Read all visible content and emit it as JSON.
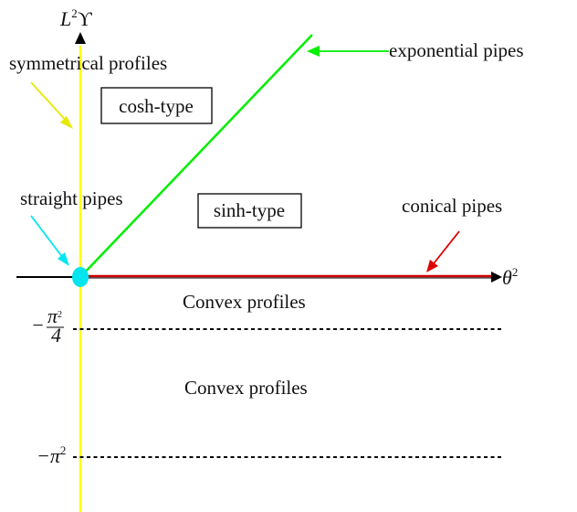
{
  "axes": {
    "y_label": "L",
    "y_label_sup": "2",
    "y_label_suffix": "ϒ",
    "x_label": "θ",
    "x_label_sup": "2"
  },
  "ticks": {
    "quarter_pi_minus": "−",
    "quarter_pi_num": "π",
    "quarter_pi_num_sup": "2",
    "quarter_pi_den": "4",
    "pi_sq": "−π",
    "pi_sq_sup": "2"
  },
  "labels": {
    "symmetrical_profiles": "symmetrical profiles",
    "exponential_pipes": "exponential pipes",
    "straight_pipes": "straight pipes",
    "conical_pipes": "conical pipes",
    "convex_upper": "Convex profiles",
    "convex_lower": "Convex profiles"
  },
  "boxes": {
    "cosh": "cosh-type",
    "sinh": "sinh-type"
  },
  "colors": {
    "axis": "#000000",
    "vertical_line": "#ffff00",
    "exponential_line": "#00ee00",
    "conical_line": "#cc0000",
    "origin_dot": "#00e5ee",
    "arrow_symmetrical": "#e8e800",
    "arrow_exponential": "#00ee00",
    "arrow_straight": "#00e5ee",
    "arrow_conical": "#dd0000",
    "dashed": "#000000"
  }
}
